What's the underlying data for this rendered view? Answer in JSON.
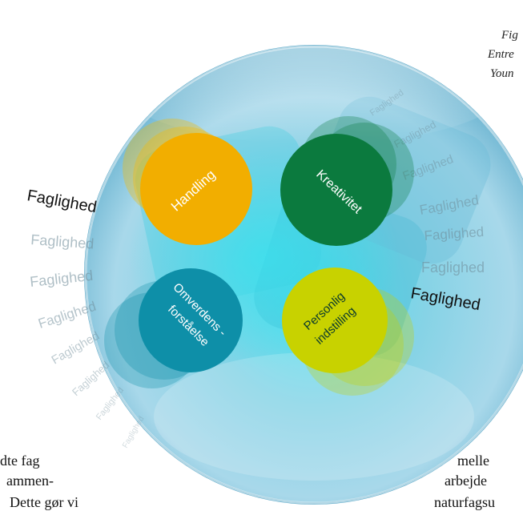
{
  "caption": {
    "line1": "Fig",
    "line2": "Entre",
    "line3": "Youn"
  },
  "body_text_left": {
    "line1": "dte fag",
    "line2": "ammen-",
    "line3": "Dette gør vi"
  },
  "body_text_right": {
    "line1": "melle",
    "line2": "arbejde",
    "line3": "naturfagsu"
  },
  "colors": {
    "sphere": "#7cc8e0",
    "handling": "#f2ae00",
    "kreativitet": "#0b7a3e",
    "omverdensforstaaelse": "#0e8fa8",
    "personlig_indstilling": "#c8d200"
  },
  "circles": {
    "handling": "Handling",
    "kreativitet": "Kreativitet",
    "omverden_line1": "Omverdens -",
    "omverden_line2": "forståelse",
    "personlig_line1": "Personlig",
    "personlig_line2": "indstilling"
  },
  "labels": {
    "bold_left": "Faglighed",
    "bold_right": "Faglighed",
    "faint": "Faglighed"
  }
}
